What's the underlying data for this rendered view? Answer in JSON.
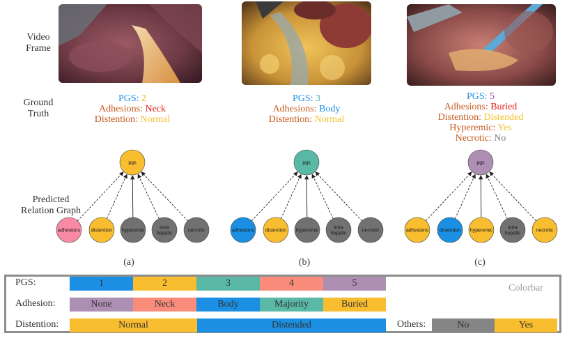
{
  "rows": {
    "video_frame": "Video\nFrame",
    "ground_truth": "Ground\nTruth",
    "predicted": "Predicted\nRelation Graph"
  },
  "panels": [
    {
      "caption": "(a)",
      "gt": [
        {
          "key": "PGS",
          "value": "2",
          "color": "#f2b61f",
          "keycolor": "#1e8fe6"
        },
        {
          "key": "Adhesions",
          "value": "Neck",
          "color": "#e5231b"
        },
        {
          "key": "Distention",
          "value": "Normal",
          "color": "#f2c230"
        }
      ],
      "pgs_node": {
        "label": "pgs",
        "color": "#f9bd30"
      },
      "nodes": [
        {
          "label": "adhesions",
          "color": "#f98aa5"
        },
        {
          "label": "distention",
          "color": "#f9bd30"
        },
        {
          "label": "hyperemic",
          "color": "#717171"
        },
        {
          "label": "intra hepatic",
          "color": "#717171"
        },
        {
          "label": "necrotic",
          "color": "#717171"
        }
      ]
    },
    {
      "caption": "(b)",
      "gt": [
        {
          "key": "PGS",
          "value": "3",
          "color": "#45b5a3",
          "keycolor": "#1e8fe6"
        },
        {
          "key": "Adhesions",
          "value": "Body",
          "color": "#1e8fe6"
        },
        {
          "key": "Distention",
          "value": "Normal",
          "color": "#f2c230"
        }
      ],
      "pgs_node": {
        "label": "pgs",
        "color": "#59b8a6"
      },
      "nodes": [
        {
          "label": "adhesions",
          "color": "#1a8fe3"
        },
        {
          "label": "distention",
          "color": "#f9bd30"
        },
        {
          "label": "hyperemic",
          "color": "#717171"
        },
        {
          "label": "intra hepatic",
          "color": "#717171"
        },
        {
          "label": "necrotic",
          "color": "#717171"
        }
      ]
    },
    {
      "caption": "(c)",
      "gt": [
        {
          "key": "PGS",
          "value": "5",
          "color": "#a43ea8",
          "keycolor": "#1e8fe6"
        },
        {
          "key": "Adhesions",
          "value": "Buried",
          "color": "#e5231b"
        },
        {
          "key": "Distention",
          "value": "Distended",
          "color": "#f2c230"
        },
        {
          "key": "Hyperemic",
          "value": "Yes",
          "color": "#f2c230"
        },
        {
          "key": "Necrotic",
          "value": "No",
          "color": "#7d7d7d"
        }
      ],
      "pgs_node": {
        "label": "pgs",
        "color": "#ad8fb4"
      },
      "nodes": [
        {
          "label": "adhesions",
          "color": "#f9bd30"
        },
        {
          "label": "distention",
          "color": "#1a8fe3"
        },
        {
          "label": "hyperemic",
          "color": "#f9bd30"
        },
        {
          "label": "intra hepatic",
          "color": "#717171"
        },
        {
          "label": "necrotic",
          "color": "#f9bd30"
        }
      ]
    }
  ],
  "colorbar": {
    "title": "Colorbar",
    "pgs": {
      "label": "PGS:",
      "cells": [
        {
          "text": "1",
          "color": "#1a8fe3"
        },
        {
          "text": "2",
          "color": "#f9bd30"
        },
        {
          "text": "3",
          "color": "#59b8a6"
        },
        {
          "text": "4",
          "color": "#f98c7a"
        },
        {
          "text": "5",
          "color": "#ad8fb4"
        }
      ]
    },
    "adhesion": {
      "label": "Adhesion:",
      "cells": [
        {
          "text": "None",
          "color": "#ad8fb4"
        },
        {
          "text": "Neck",
          "color": "#f98c7a"
        },
        {
          "text": "Body",
          "color": "#1a8fe3"
        },
        {
          "text": "Majority",
          "color": "#59b8a6"
        },
        {
          "text": "Buried",
          "color": "#f9bd30"
        }
      ]
    },
    "distention": {
      "label": "Distention:",
      "cells": [
        {
          "text": "Normal",
          "color": "#f9bd30"
        },
        {
          "text": "Distended",
          "color": "#1a8fe3"
        }
      ]
    },
    "others": {
      "label": "Others:",
      "cells": [
        {
          "text": "No",
          "color": "#858585"
        },
        {
          "text": "Yes",
          "color": "#f9bd30"
        }
      ]
    }
  }
}
